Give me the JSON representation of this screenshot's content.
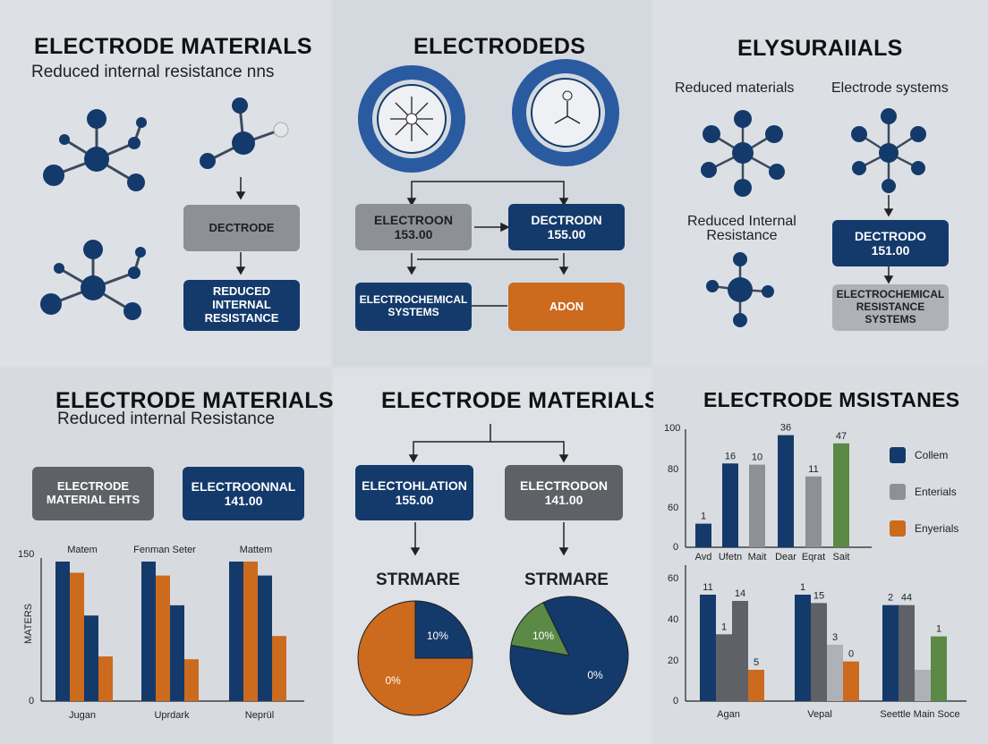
{
  "colors": {
    "navy": "#143a6b",
    "orange": "#cc6a1e",
    "gray": "#8d9096",
    "green": "#5a8a45"
  },
  "p1": {
    "title": "ELECTRODE MATERIALS",
    "subtitle": "Reduced internal resistance nns",
    "box1": "DECTRODE",
    "box2_l1": "REDUCED",
    "box2_l2": "INTERNAL",
    "box2_l3": "RESISTANCE"
  },
  "p2": {
    "title": "ELECTRODEDS",
    "box1_l1": "ELECTROON",
    "box1_l2": "153.00",
    "box2_l1": "DECTRODN",
    "box2_l2": "155.00",
    "box3_l1": "ELECTROCHEMICAL",
    "box3_l2": "SYSTEMS",
    "box4": "ADON"
  },
  "p3": {
    "title": "ELYSURAIIALS",
    "label1": "Reduced materials",
    "label2": "Electrode systems",
    "label3_l1": "Reduced Internal",
    "label3_l2": "Resistance",
    "box1_l1": "DECTRODO",
    "box1_l2": "151.00",
    "box2_l1": "ELECTROCHEMICAL",
    "box2_l2": "RESISTANCE",
    "box2_l3": "SYSTEMS"
  },
  "p4": {
    "title": "ELECTRODE MATERIALS",
    "subtitle": "Reduced internal Resistance",
    "box1_l1": "ELECTRODE",
    "box1_l2": "MATERIAL EHTS",
    "box2_l1": "ELECTROONNAL",
    "box2_l2": "141.00"
  },
  "p5": {
    "title": "ELECTRODE MATERIALS",
    "box1_l1": "ELECTOHLATION",
    "box1_l2": "155.00",
    "box2_l1": "ELECTRODON",
    "box2_l2": "141.00",
    "pie1_title": "STRMARE",
    "pie2_title": "STRMARE"
  },
  "p6": {
    "title": "ELECTRODE MSISTANES",
    "legend": [
      "Collem",
      "Enterials",
      "Enyerials"
    ]
  },
  "chart_data": [
    {
      "type": "bar",
      "id": "grouped-bars-left",
      "ylabel": "MATERS",
      "ylim": [
        0,
        150
      ],
      "yticks": [
        "0",
        "150"
      ],
      "categories": [
        "Jugan",
        "Uprdark",
        "Neprül"
      ],
      "group_labels": [
        "Matem",
        "Fenman Seter",
        "Mattem"
      ],
      "series": [
        {
          "values": [
            150,
            150,
            150
          ],
          "color": "#143a6b"
        },
        {
          "values": [
            138,
            135,
            150
          ],
          "color": "#cc6a1e"
        },
        {
          "values": [
            92,
            103,
            135
          ],
          "color": "#143a6b"
        },
        {
          "values": [
            48,
            45,
            70
          ],
          "color": "#cc6a1e"
        }
      ]
    },
    {
      "type": "pie",
      "id": "pie-left",
      "slices": [
        {
          "label": "10%",
          "value": 25,
          "color": "#143a6b"
        },
        {
          "label": "0%",
          "value": 75,
          "color": "#cc6a1e"
        }
      ]
    },
    {
      "type": "pie",
      "id": "pie-right",
      "slices": [
        {
          "label": "10%",
          "value": 15,
          "color": "#5a8a45"
        },
        {
          "label": "0%",
          "value": 85,
          "color": "#143a6b"
        }
      ]
    },
    {
      "type": "bar",
      "id": "top-right-bars",
      "ylim": [
        0,
        100
      ],
      "yticks": [
        "0",
        "60",
        "80",
        "100"
      ],
      "categories": [
        "Avd",
        "Ufetn",
        "Mait",
        "Dear",
        "Eqrat",
        "Sait"
      ],
      "values": [
        20,
        71,
        70,
        95,
        60,
        88
      ],
      "data_labels": [
        "1",
        "16",
        "10",
        "36",
        "11",
        "47"
      ],
      "colors": [
        "#143a6b",
        "#143a6b",
        "#8d9096",
        "#143a6b",
        "#8d9096",
        "#5a8a45"
      ]
    },
    {
      "type": "bar",
      "id": "bottom-right-bars",
      "ylim": [
        0,
        60
      ],
      "yticks": [
        "0",
        "20",
        "40",
        "60"
      ],
      "categories": [
        "Agan",
        "Vepal",
        "Seettle Main Soce"
      ],
      "groups": [
        {
          "values": [
            51,
            32,
            48,
            15
          ],
          "data_labels": [
            "11",
            "1",
            "14",
            "5"
          ],
          "colors": [
            "#143a6b",
            "#5e6166",
            "#5e6166",
            "#cc6a1e"
          ]
        },
        {
          "values": [
            51,
            47,
            27,
            19
          ],
          "data_labels": [
            "1",
            "15",
            "3",
            "0"
          ],
          "colors": [
            "#143a6b",
            "#5e6166",
            "#aeb1b6",
            "#cc6a1e"
          ]
        },
        {
          "values": [
            46,
            46,
            15,
            31
          ],
          "data_labels": [
            "2",
            "44",
            "",
            "1"
          ],
          "colors": [
            "#143a6b",
            "#5e6166",
            "#aeb1b6",
            "#5a8a45"
          ]
        }
      ]
    }
  ]
}
